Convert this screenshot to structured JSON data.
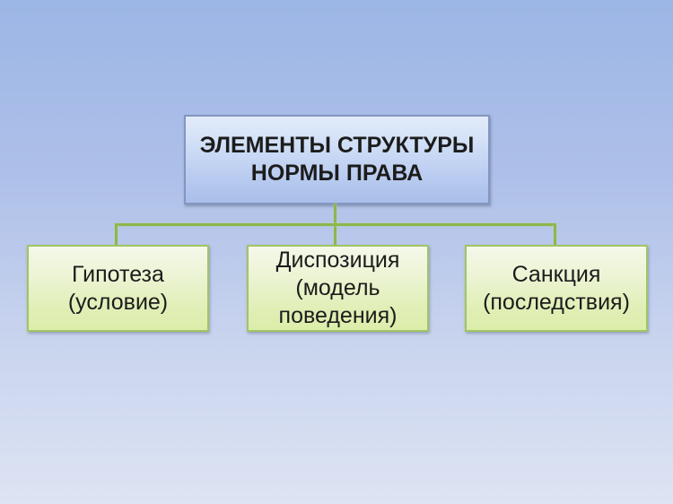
{
  "diagram": {
    "title": "ЭЛЕМЕНТЫ СТРУКТУРЫ НОРМЫ ПРАВА",
    "root": {
      "label": "ЭЛЕМЕНТЫ СТРУКТУРЫ НОРМЫ ПРАВА"
    },
    "children": [
      {
        "label": "Гипотеза (условие)"
      },
      {
        "label": "Диспозиция (модель поведения)"
      },
      {
        "label": "Санкция (последствия)"
      }
    ],
    "colors": {
      "background_top": "#9cb6e5",
      "background_bottom": "#dde4f3",
      "root_fill_top": "#e2ebf9",
      "root_fill_bottom": "#a9bfe9",
      "root_border": "#8496bf",
      "child_fill_top": "#f4f8ea",
      "child_fill_bottom": "#dcedaa",
      "child_border": "#a0c562",
      "connector": "#8cb74d",
      "text": "#1c1c1c"
    }
  }
}
